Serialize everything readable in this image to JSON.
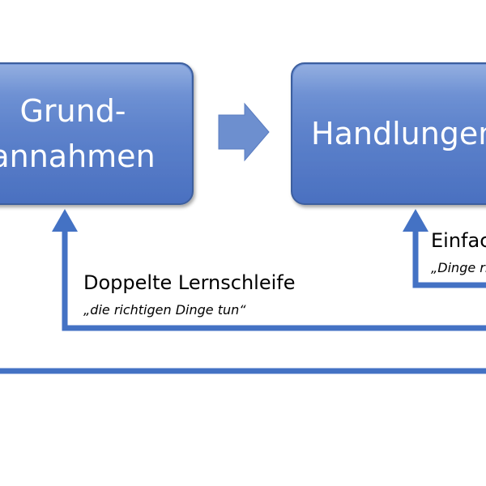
{
  "boxes": {
    "assumptions": {
      "line1": "Grund-",
      "line2": "annahmen"
    },
    "actions": {
      "label": "Handlungen"
    }
  },
  "loops": {
    "double": {
      "title": "Doppelte Lernschleife",
      "subtitle": "„die richtigen Dinge tun“"
    },
    "single": {
      "title": "Einfache Lernschleife",
      "subtitle": "„Dinge richtig tun“"
    }
  },
  "colors": {
    "box_top": "#6f93d6",
    "box_bottom": "#4a70c0",
    "box_border": "#3e5f9e",
    "arrow": "#4472c4",
    "connector_arrow": "#6d8fcf"
  }
}
